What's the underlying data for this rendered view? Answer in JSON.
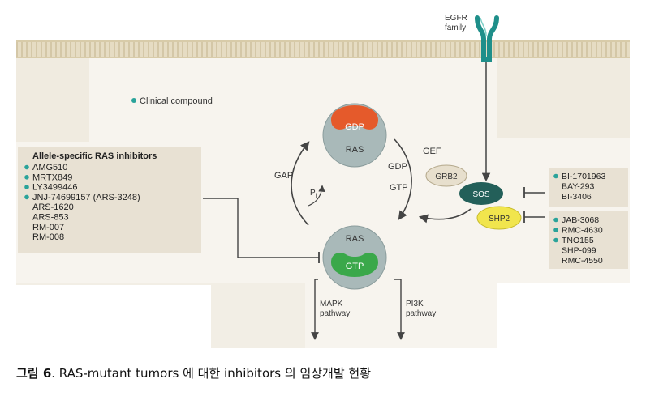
{
  "receptor": {
    "line1": "EGFR",
    "line2": "family"
  },
  "legend": {
    "label": "Clinical compound",
    "color": "#2aa39a"
  },
  "ras_cycle": {
    "ras_gdp": {
      "protein": "RAS",
      "nucleotide": "GDP"
    },
    "ras_gtp": {
      "protein": "RAS",
      "nucleotide": "GTP"
    },
    "gap": "GAP",
    "pi_main": "P",
    "pi_sub": "i",
    "gef": "GEF",
    "gdp": "GDP",
    "gtp": "GTP"
  },
  "gef_complex": {
    "grb2": "GRB2",
    "sos": "SOS",
    "shp2": "SHP2"
  },
  "pathways": {
    "mapk": {
      "line1": "MAPK",
      "line2": "pathway"
    },
    "pi3k": {
      "line1": "PI3K",
      "line2": "pathway"
    }
  },
  "ras_inhibitors": {
    "title": "Allele-specific RAS inhibitors",
    "items": [
      {
        "name": "AMG510",
        "clinical": true
      },
      {
        "name": "MRTX849",
        "clinical": true
      },
      {
        "name": "LY3499446",
        "clinical": true
      },
      {
        "name": "JNJ-74699157 (ARS-3248)",
        "clinical": true
      },
      {
        "name": "ARS-1620",
        "clinical": false
      },
      {
        "name": "ARS-853",
        "clinical": false
      },
      {
        "name": "RM-007",
        "clinical": false
      },
      {
        "name": "RM-008",
        "clinical": false
      }
    ]
  },
  "sos_inhibitors": {
    "items": [
      {
        "name": "BI-1701963",
        "clinical": true
      },
      {
        "name": "BAY-293",
        "clinical": false
      },
      {
        "name": "BI-3406",
        "clinical": false
      }
    ]
  },
  "shp2_inhibitors": {
    "items": [
      {
        "name": "JAB-3068",
        "clinical": true
      },
      {
        "name": "RMC-4630",
        "clinical": true
      },
      {
        "name": "TNO155",
        "clinical": true
      },
      {
        "name": "SHP-099",
        "clinical": false
      },
      {
        "name": "RMC-4550",
        "clinical": false
      }
    ]
  },
  "caption": {
    "label": "그림 6",
    "text": ". RAS-mutant tumors 에 대한 inhibitors 의 임상개발 현황"
  },
  "colors": {
    "membrane": "#e3d9c0",
    "panel": "#f4f1ea",
    "box": "#e8e1d3",
    "ras": "#a9b9b9",
    "gdp": "#e55a2b",
    "gtp": "#3aa84a",
    "sos": "#235f59",
    "shp2": "#f1e54d",
    "grb2": "#e7dfcd",
    "receptor": "#2a9a95",
    "dot": "#2aa39a"
  }
}
